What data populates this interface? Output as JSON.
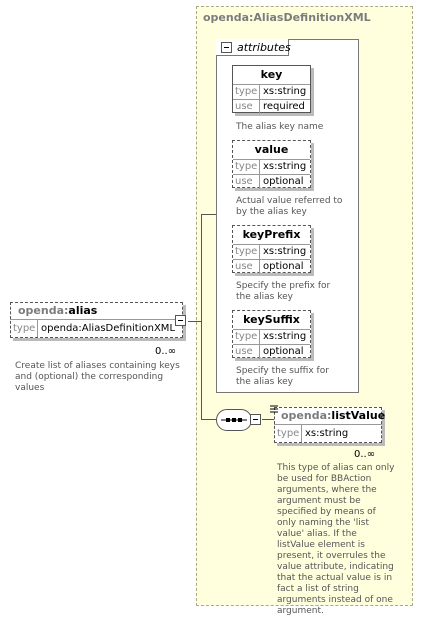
{
  "complex_type": {
    "ns": "openda:",
    "name": "AliasDefinitionXML"
  },
  "attributes_group": {
    "label": "attributes",
    "items": [
      {
        "name": "key",
        "type_label": "type",
        "type_value": "xs:string",
        "use_label": "use",
        "use_value": "required",
        "description": "The alias key name"
      },
      {
        "name": "value",
        "type_label": "type",
        "type_value": "xs:string",
        "use_label": "use",
        "use_value": "optional",
        "description": "Actual value referred to by the alias key"
      },
      {
        "name": "keyPrefix",
        "type_label": "type",
        "type_value": "xs:string",
        "use_label": "use",
        "use_value": "optional",
        "description": "Specify the prefix for the alias key"
      },
      {
        "name": "keySuffix",
        "type_label": "type",
        "type_value": "xs:string",
        "use_label": "use",
        "use_value": "optional",
        "description": "Specify the suffix for the alias key"
      }
    ]
  },
  "alias_element": {
    "ns": "openda:",
    "name": "alias",
    "type_label": "type",
    "type_value": "openda:AliasDefinitionXML",
    "cardinality": "0..∞",
    "description": "Create list of aliases containing keys and (optional) the corresponding values"
  },
  "list_value_element": {
    "ns": "openda:",
    "name": "listValue",
    "type_label": "type",
    "type_value": "xs:string",
    "cardinality": "0..∞",
    "description": "This type of alias can only be used for BBAction arguments, where the argument must be specified by means of only naming the 'list value' alias. If the listValue element is present, it overrules the value attribute, indicating that the actual value is in fact a list of string arguments instead of one argument."
  },
  "colors": {
    "type_panel_bg": "#ffffde",
    "type_panel_border": "#a9a98a",
    "namespace_text": "#7c7c7c"
  }
}
